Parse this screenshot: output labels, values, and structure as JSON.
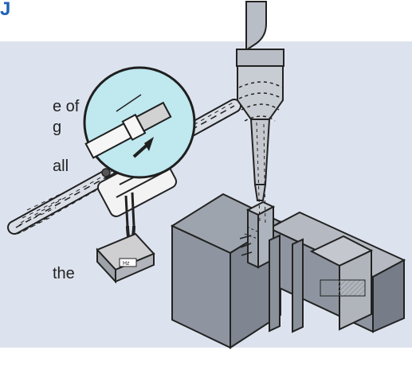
{
  "header": {
    "mark": "J"
  },
  "text_fragments": [
    "e of",
    "g",
    "all",
    "the"
  ],
  "device": {
    "label": "Hz"
  },
  "colors": {
    "panel": "#dde3ee",
    "accent": "#1f63b8",
    "line": "#2f2f2f",
    "machine": "#aeb4bd"
  }
}
